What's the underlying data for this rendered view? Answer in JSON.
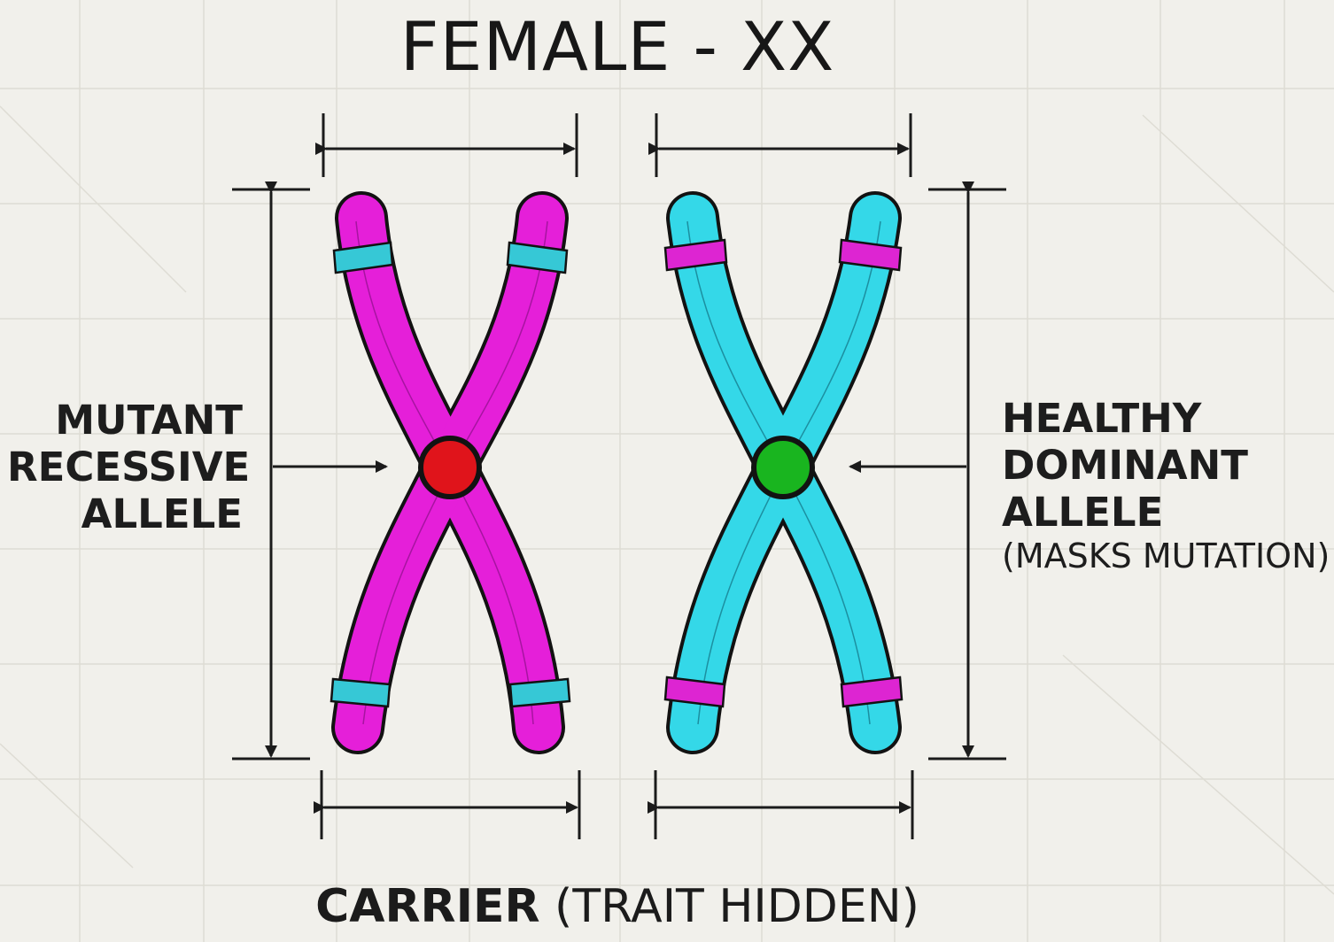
{
  "title": "FEMALE - XX",
  "left_label": {
    "lines": [
      "MUTANT",
      "RECESSIVE",
      "ALLELE"
    ]
  },
  "right_label": {
    "lines": [
      "HEALTHY",
      "DOMINANT",
      "ALLELE"
    ],
    "note": "(MASKS MUTATION)"
  },
  "caption": {
    "bold": "CARRIER",
    "normal": "(TRAIT HIDDEN)"
  },
  "chromosomes": [
    {
      "color": "#e51fd9",
      "band_color": "#36c8d6",
      "allele_color": "#e0141b"
    },
    {
      "color": "#34d8e8",
      "band_color": "#dd25d2",
      "allele_color": "#19b51f"
    }
  ]
}
